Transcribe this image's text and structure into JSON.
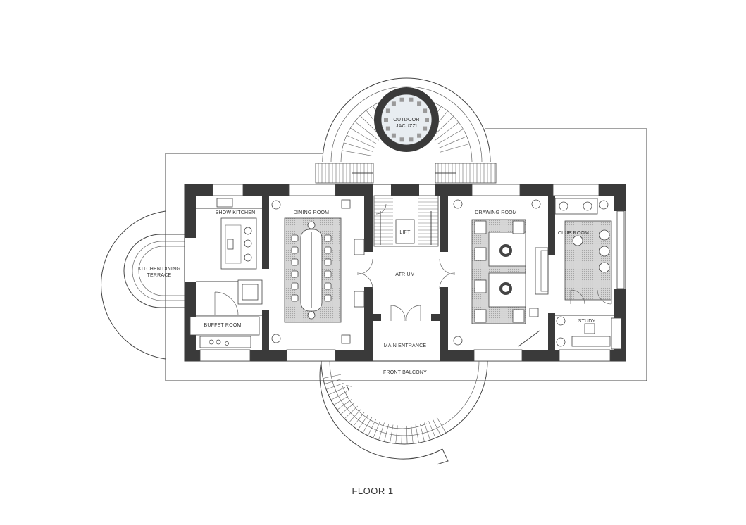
{
  "title": "FLOOR 1",
  "rooms": {
    "outdoor_jacuzzi": [
      "OUTDOOR",
      "JACUZZI"
    ],
    "kitchen_dining_terrace": [
      "KITCHEN DINING",
      "TERRACE"
    ],
    "show_kitchen": "SHOW KITCHEN",
    "dining_room": "DINING ROOM",
    "lift": "LIFT",
    "atrium": "ATRIUM",
    "drawing_room": "DRAWING ROOM",
    "club_room": "CLUB ROOM",
    "buffet_room": "BUFFET ROOM",
    "study": "STUDY",
    "main_entrance": "MAIN ENTRANCE",
    "front_balcony": "FRONT BALCONY"
  },
  "colors": {
    "wall": "#3a3a3a",
    "line": "#444444",
    "hatch": "#c8c8c8",
    "water": "#e8edf1"
  }
}
